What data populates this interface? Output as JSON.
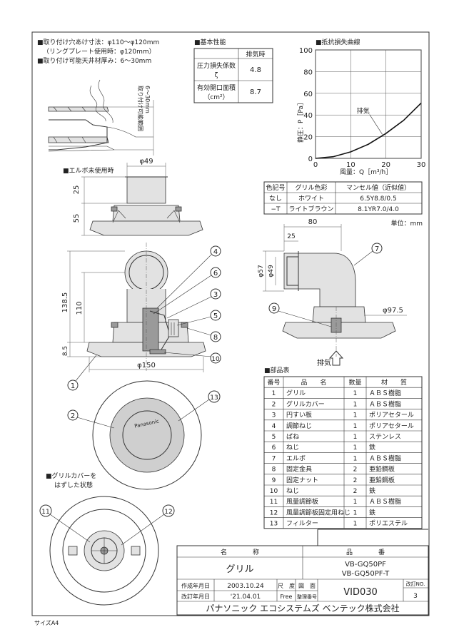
{
  "notes": {
    "mount_hole": "■取り付け穴あけ寸法：φ110〜φ120mm",
    "ring_plate": "（リングプレート使用時：φ120mm）",
    "ceiling_thickness": "■取り付け可能天井材厚み：6〜30mm",
    "mount_range_label": "取り付け可能範囲",
    "mount_range_value": "6〜30mm",
    "elbow_unused": "■エルボ未使用時",
    "grille_cover_removed_1": "■グリルカバーを",
    "grille_cover_removed_2": "はずした状態"
  },
  "basic_performance": {
    "title": "■基本性能",
    "header_exhaust": "排気時",
    "rows": [
      {
        "label_1": "圧力損失係数",
        "label_2": "ζ",
        "value": "4.8"
      },
      {
        "label_1": "有効開口面積",
        "label_2": "（cm²）",
        "value": "8.7"
      }
    ]
  },
  "chart_data": {
    "type": "line",
    "title": "■抵抗損失曲線",
    "ylabel": "静圧：P［Pa］",
    "xlabel": "風量：Q［m³/h］",
    "xlim": [
      0,
      30
    ],
    "ylim": [
      0,
      100
    ],
    "x_ticks": [
      0,
      10,
      20,
      30
    ],
    "y_ticks": [
      0,
      20,
      40,
      60,
      80,
      100
    ],
    "grid": true,
    "series": [
      {
        "name": "排気",
        "x": [
          0,
          5,
          10,
          15,
          20,
          25,
          30
        ],
        "y": [
          0,
          1.5,
          6,
          13,
          23,
          35,
          51
        ]
      }
    ]
  },
  "color_table": {
    "headers": [
      "色記号",
      "グリル色彩",
      "マンセル値（近似値）"
    ],
    "rows": [
      [
        "なし",
        "ホワイト",
        "6.5Y8.8/0.5"
      ],
      [
        "−T",
        "ライトブラウン",
        "8.1YR7.0/4.0"
      ]
    ]
  },
  "unit_label": "単位：mm",
  "dimensions": {
    "d49_top": "φ49",
    "h25": "25",
    "h55": "55",
    "h138": "138.5",
    "h110": "110",
    "h8": "8.5",
    "d150": "φ150",
    "w80": "80",
    "w25": "25",
    "d57": "φ57",
    "d49_side": "φ49",
    "d97": "φ97.5",
    "exhaust_label": "排気"
  },
  "callouts": [
    "4",
    "6",
    "3",
    "5",
    "8",
    "10",
    "1",
    "7",
    "9",
    "2",
    "13",
    "11",
    "12"
  ],
  "grille_text": "Panasonic",
  "parts_table": {
    "title": "■部品表",
    "headers": [
      "番号",
      "品　　名",
      "数量",
      "材　　質"
    ],
    "rows": [
      [
        "1",
        "グリル",
        "1",
        "ＡＢＳ樹脂"
      ],
      [
        "2",
        "グリルカバー",
        "1",
        "ＡＢＳ樹脂"
      ],
      [
        "3",
        "円すい板",
        "1",
        "ポリアセタール"
      ],
      [
        "4",
        "調節ねじ",
        "1",
        "ポリアセタール"
      ],
      [
        "5",
        "ばね",
        "1",
        "ステンレス"
      ],
      [
        "6",
        "ねじ",
        "1",
        "鉄"
      ],
      [
        "7",
        "エルボ",
        "1",
        "ＡＢＳ樹脂"
      ],
      [
        "8",
        "固定金具",
        "2",
        "亜鉛鋼板"
      ],
      [
        "9",
        "固定ナット",
        "2",
        "亜鉛鋼板"
      ],
      [
        "10",
        "ねじ",
        "2",
        "鉄"
      ],
      [
        "11",
        "風量調節板",
        "1",
        "ＡＢＳ樹脂"
      ],
      [
        "12",
        "風量調節板固定用ねじ",
        "1",
        "鉄"
      ],
      [
        "13",
        "フィルター",
        "1",
        "ポリエステル"
      ]
    ]
  },
  "title_block": {
    "name_header": "名　　　　称",
    "number_header": "品　　　　番",
    "name": "グリル",
    "number_1": "VB-GQ50PF",
    "number_2": "VB-GQ50PF-T",
    "created_label": "作成年月日",
    "created_date": "2003.10.24",
    "scale_label": "尺　度",
    "drawing_label": "図　面",
    "revised_label": "改訂年月日",
    "revised_date": "'21.04.01",
    "scale_value": "Free",
    "control_label": "整理番号",
    "drawing_number": "VID030",
    "revision_label": "改訂NO.",
    "revision_value": "3",
    "company": "パナソニック エコシステムズ ベンテック株式会社"
  },
  "paper_size": "サイズA4"
}
